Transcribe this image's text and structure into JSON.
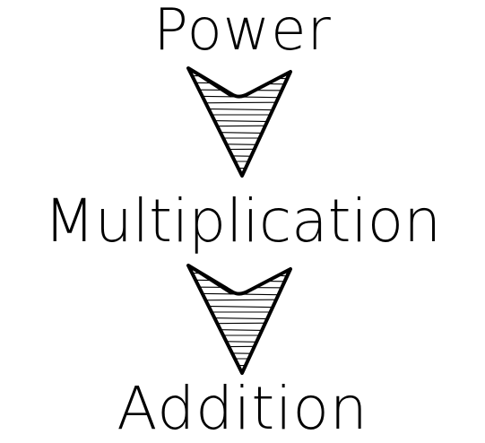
{
  "diagram": {
    "levels": [
      {
        "label": "Power"
      },
      {
        "label": "Multiplication"
      },
      {
        "label": "Addition"
      }
    ],
    "arrow_icon": "hatched-down-arrow-icon",
    "colors": {
      "text": "#000000",
      "stroke": "#000000",
      "background": "#ffffff"
    }
  }
}
